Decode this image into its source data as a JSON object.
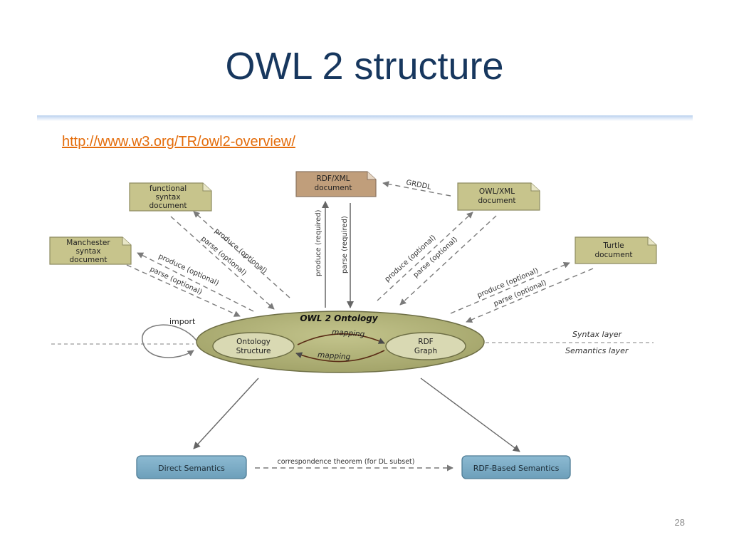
{
  "slide": {
    "title": "OWL 2 structure",
    "link": "http://www.w3.org/TR/owl2-overview/",
    "number": "28"
  },
  "colors": {
    "title": "#17375e",
    "link": "#e46c0a",
    "document_fill": "#c7c48c",
    "rdfxml_fill": "#c09e7b",
    "ontology_fill": "#a9aa72",
    "semantics_fill": "#7faec6",
    "arrow": "#7a7a7a"
  },
  "documents": {
    "rdfxml": [
      "RDF/XML",
      "document"
    ],
    "functional": [
      "functional",
      "syntax",
      "document"
    ],
    "owlxml": [
      "OWL/XML",
      "document"
    ],
    "manchester": [
      "Manchester",
      "syntax",
      "document"
    ],
    "turtle": [
      "Turtle",
      "document"
    ]
  },
  "ontology": {
    "title": "OWL 2 Ontology",
    "structure": [
      "Ontology",
      "Structure"
    ],
    "graph": [
      "RDF",
      "Graph"
    ],
    "mapping_top": "mapping",
    "mapping_bottom": "mapping",
    "import": "import"
  },
  "edges": {
    "grddl": "GRDDL",
    "produce_required": "produce (required)",
    "parse_required": "parse (required)",
    "functional_produce": "produce (optional)",
    "functional_parse": "parse (optional)",
    "manchester_produce": "produce (optional)",
    "manchester_parse": "parse (optional)",
    "owlxml_produce": "produce (optional)",
    "owlxml_parse": "parse (optional)",
    "turtle_produce": "produce (optional)",
    "turtle_parse": "parse (optional)",
    "correspondence": "correspondence theorem (for DL subset)"
  },
  "layers": {
    "syntax": "Syntax layer",
    "semantics": "Semantics layer"
  },
  "semantics": {
    "direct": "Direct Semantics",
    "rdf_based": "RDF-Based Semantics"
  }
}
